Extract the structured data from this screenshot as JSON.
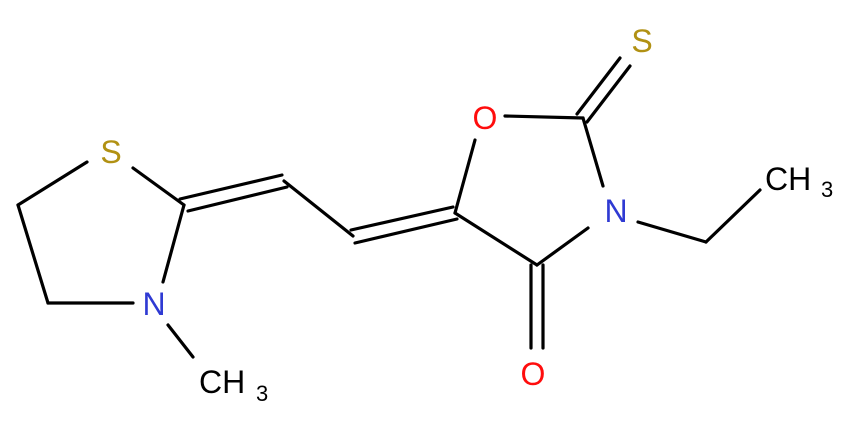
{
  "molecule": {
    "atoms": {
      "s_ring": "S",
      "n_ring": "N",
      "ch3_n": "CH",
      "ch3_n_sub": "3",
      "o_ring": "O",
      "s_thione": "S",
      "n_ethyl": "N",
      "ch3_ethyl": "CH",
      "ch3_ethyl_sub": "3",
      "o_carbonyl": "O"
    },
    "colors": {
      "bond": "#000000",
      "sulfur": "#b19113",
      "nitrogen": "#2f3ad3",
      "oxygen": "#ff0d0d",
      "carbon": "#000000"
    }
  }
}
